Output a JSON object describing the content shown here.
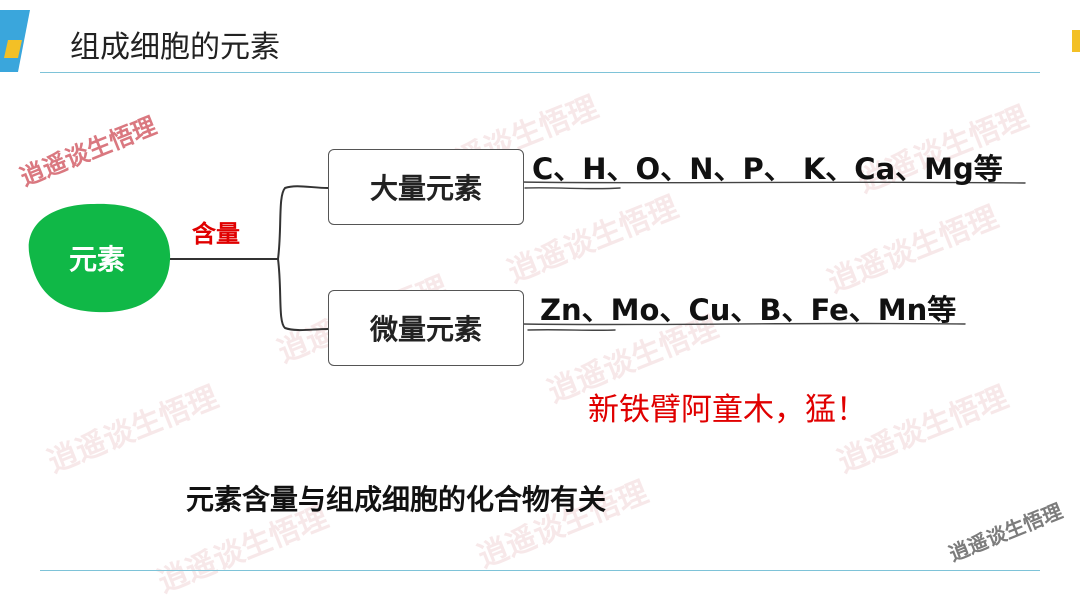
{
  "slide": {
    "title": "组成细胞的元素",
    "accent_color": "#3aa6dc",
    "rule_color": "#7ec3d8"
  },
  "diagram": {
    "root": {
      "label": "元素",
      "color": "#10b847"
    },
    "edge_label": "含量",
    "branches": [
      {
        "label": "大量元素",
        "elements": "C、H、O、N、P、 K、Ca、Mg等"
      },
      {
        "label": "微量元素",
        "elements": "Zn、Mo、Cu、B、Fe、Mn等"
      }
    ],
    "mnemonic": "新铁臂阿童木，猛！"
  },
  "conclusion": "元素含量与组成细胞的化合物有关",
  "watermark": "逍遥谈生悟理"
}
